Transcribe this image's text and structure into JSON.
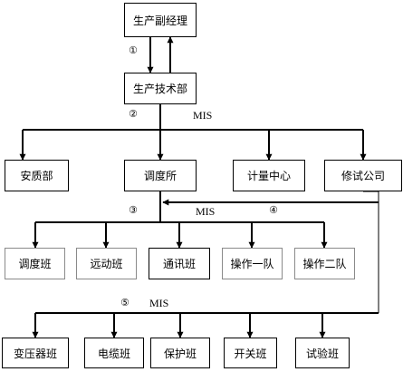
{
  "nodes": {
    "vp": "生产副经理",
    "tech": "生产技术部",
    "anzhi": "安质部",
    "diaodu": "调度所",
    "jiliang": "计量中心",
    "xiushi": "修试公司",
    "ddb": "调度班",
    "ydb": "远动班",
    "txb": "通讯班",
    "czyd": "操作一队",
    "czed": "操作二队",
    "byq": "变压器班",
    "dlb": "电缆班",
    "bhb": "保护班",
    "kgb": "开关班",
    "syb": "试验班"
  },
  "labels": {
    "c1": "①",
    "c2": "②",
    "c3": "③",
    "c4": "④",
    "c5": "⑤",
    "mis1": "MIS",
    "mis2": "MIS",
    "mis3": "MIS"
  }
}
